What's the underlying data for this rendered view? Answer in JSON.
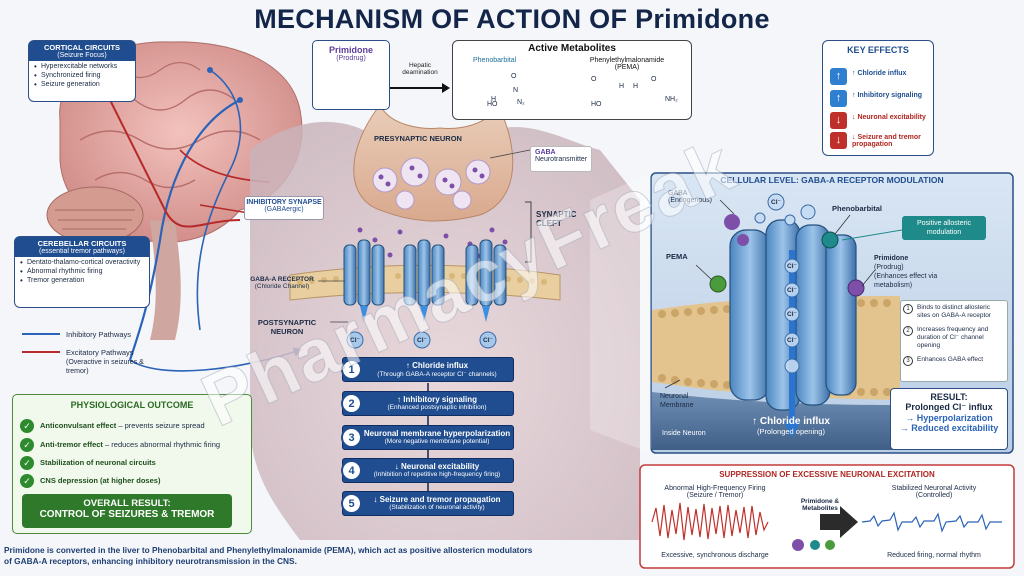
{
  "title": "MECHANISM OF ACTION OF Primidone",
  "prodrug": {
    "name": "Primidone",
    "sub": "(Prodrug)"
  },
  "conversion": {
    "line1": "Hepatic",
    "line2": "deamination"
  },
  "metabolites": {
    "title": "Active Metabolites",
    "phenobarbital": "Phenobarbital",
    "pema_line1": "Phenylethylmalonamide",
    "pema_line2": "(PEMA)",
    "atoms": {
      "o": "O",
      "n": "N",
      "nh": "H",
      "ho": "HO",
      "n2": "N₂",
      "ho2": "HO",
      "nh2": "NH₂",
      "h1": "H",
      "h2": "H",
      "o2": "O",
      "o3": "O"
    }
  },
  "key_effects": {
    "title": "KEY EFFECTS",
    "items": [
      {
        "icon": "↑",
        "label": "↑ Chloride influx",
        "color": "#2f7fd0"
      },
      {
        "icon": "↑",
        "label": "↑ Inhibitory signaling",
        "color": "#2f7fd0"
      },
      {
        "icon": "↓",
        "label": "↓ Neuronal excitability",
        "color": "#c0302a"
      },
      {
        "icon": "↓",
        "label": "↓ Seizure and tremor propagation",
        "color": "#c0302a"
      }
    ]
  },
  "cortical": {
    "title": "CORTICAL CIRCUITS",
    "sub": "(Seizure Focus)",
    "items": [
      "Hyperexcitable networks",
      "Synchronized firing",
      "Seizure generation"
    ]
  },
  "cerebellar": {
    "title": "CEREBELLAR CIRCUITS",
    "sub": "(essential tremor pathways)",
    "items": [
      "Dentato-thalamo-cortical overactivity",
      "Abnormal rhythmic firing",
      "Tremor generation"
    ]
  },
  "legend": {
    "inhibitory": "Inhibitory Pathways",
    "excitatory": "Excitatory Pathways",
    "excitatory_sub": "(Overactive in seizures & tremor)",
    "inhibitory_color": "#2a63b8",
    "excitatory_color": "#b52a2a"
  },
  "synapse": {
    "presynaptic": "PRESYNAPTIC NEURON",
    "gaba_title": "GABA",
    "gaba_sub": "Neurotransmitter",
    "inhib_syn_title": "INHIBITORY SYNAPSE",
    "inhib_syn_sub": "(GABAergic)",
    "cleft": "SYNAPTIC CLEFT",
    "receptor_title": "GABA-A RECEPTOR",
    "receptor_sub": "(Chloride Channel)",
    "postsynaptic": "POSTSYNAPTIC NEURON",
    "cl": "Cl⁻"
  },
  "steps": [
    {
      "n": "1",
      "main": "↑ Chloride influx",
      "sub": "(Through GABA-A receptor Cl⁻ channels)"
    },
    {
      "n": "2",
      "main": "↑ Inhibitory signaling",
      "sub": "(Enhanced postsynaptic inhibition)"
    },
    {
      "n": "3",
      "main": "Neuronal membrane hyperpolarization",
      "sub": "(More negative membrane potential)"
    },
    {
      "n": "4",
      "main": "↓ Neuronal excitability",
      "sub": "(Inhibition of repetitive high-frequency firing)"
    },
    {
      "n": "5",
      "main": "↓ Seizure and tremor propagation",
      "sub": "(Stabilization of neuronal activity)"
    }
  ],
  "cellular": {
    "title": "CELLULAR LEVEL: GABA-A RECEPTOR MODULATION",
    "gaba": "GABA",
    "gaba_sub": "(Endogenous)",
    "phenobarbital": "Phenobarbital",
    "pam": "Positive allosteric modulation",
    "pema": "PEMA",
    "primidone": "Primidone",
    "primidone_sub": "(Prodrug)",
    "primidone_sub2": "(Enhances effect via metabolism)",
    "cl": "Cl⁻",
    "notes": [
      {
        "n": "1",
        "text": "Binds to distinct allosteric sites on GABA-A receptor"
      },
      {
        "n": "2",
        "text": "Increases frequency and duration of Cl⁻ channel opening"
      },
      {
        "n": "3",
        "text": "Enhances GABA effect"
      }
    ],
    "membrane": "Neuronal Membrane",
    "inside": "Inside Neuron",
    "influx": "↑ Chloride influx",
    "influx_sub": "(Prolonged opening)",
    "result_title": "RESULT:",
    "result_line": "Prolonged Cl⁻ influx",
    "result_1": "→ Hyperpolarization",
    "result_2": "→ Reduced excitability"
  },
  "physio": {
    "title": "PHYSIOLOGICAL OUTCOME",
    "items": [
      {
        "bold": "Anticonvulsant effect",
        "rest": " – prevents seizure spread"
      },
      {
        "bold": "Anti-tremor effect",
        "rest": " – reduces abnormal rhythmic firing"
      },
      {
        "bold": "Stabilization of neuronal circuits",
        "rest": ""
      },
      {
        "bold": "CNS depression (at higher doses)",
        "rest": ""
      }
    ],
    "overall_1": "OVERALL RESULT:",
    "overall_2": "CONTROL OF SEIZURES & TREMOR"
  },
  "suppression": {
    "title": "SUPPRESSION OF EXCESSIVE NEURONAL EXCITATION",
    "left_title": "Abnormal High-Frequency Firing",
    "left_sub": "(Seizure / Tremor)",
    "mid_1": "Primidone &",
    "mid_2": "Metabolites",
    "right_title": "Stabilized Neuronal Activity",
    "right_sub": "(Controlled)",
    "left_caption": "Excessive, synchronous discharge",
    "right_caption": "Reduced firing, normal rhythm"
  },
  "footer_1": "Primidone is converted in the liver to Phenobarbital and Phenylethylmalonamide (PEMA), which act as positive allostericn modulators",
  "footer_2": "of GABA-A receptors, enhancing inhibitory neurotransmission in the CNS.",
  "watermark": "PharmacyFreak"
}
